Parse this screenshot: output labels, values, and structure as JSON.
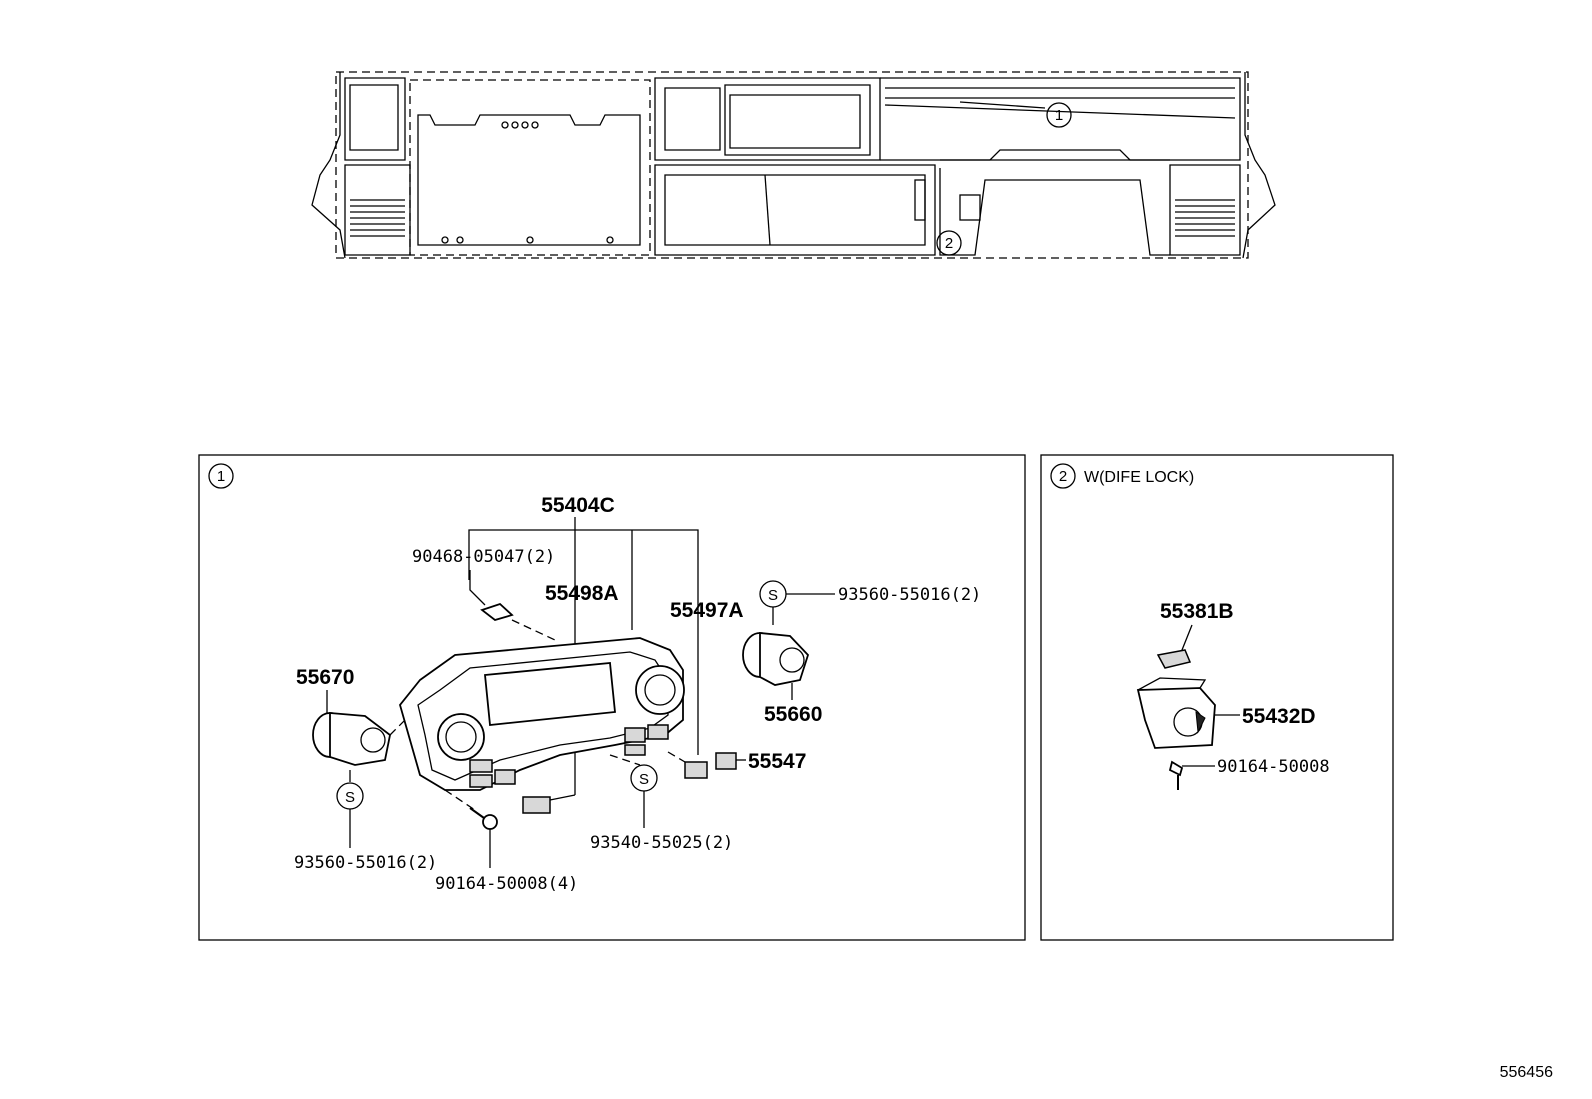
{
  "overview": {
    "callout_1": "1",
    "callout_2": "2"
  },
  "panel_1": {
    "index": "1",
    "parts": {
      "p55404C": "55404C",
      "p90468": "90468-05047(2)",
      "p55498A": "55498A",
      "p55497A": "55497A",
      "p93560_top": "93560-55016(2)",
      "p55670": "55670",
      "p55660": "55660",
      "p55547": "55547",
      "p93540": "93540-55025(2)",
      "p93560_bottom": "93560-55016(2)",
      "p90164": "90164-50008(4)"
    },
    "s_marks": [
      "S",
      "S",
      "S"
    ]
  },
  "panel_2": {
    "index": "2",
    "title": "W(DIFE LOCK)",
    "parts": {
      "p55381B": "55381B",
      "p55432D": "55432D",
      "p90164": "90164-50008"
    }
  },
  "figure_number": "556456"
}
